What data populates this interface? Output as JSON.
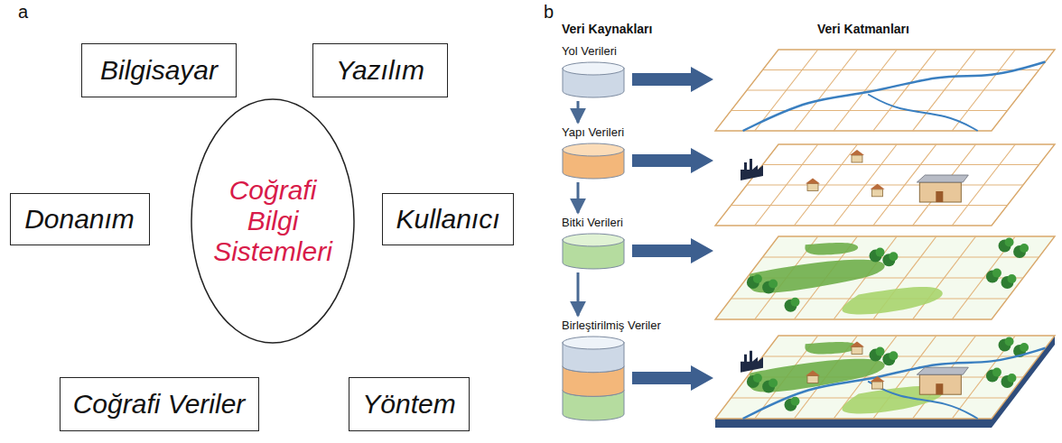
{
  "diagram": {
    "nodes": [
      {
        "text": [
          "Bilgisayar"
        ]
      },
      {
        "text": [
          "Yazılım"
        ]
      },
      {
        "text": [
          "Donanım"
        ]
      },
      {
        "text": [
          "Coğrafi Bilgi Sistemleri"
        ]
      },
      {
        "text": [
          "Kullanıcı"
        ]
      },
      {
        "text": [
          "Coğrafi Veriler"
        ]
      },
      {
        "text": [
          "Yöntem"
        ]
      },
      {
        "text": [
          "Yol Verileri"
        ]
      },
      {
        "text": [
          "Yapı Verileri"
        ]
      },
      {
        "text": [
          "Bitki Verileri"
        ]
      },
      {
        "text": [
          "Birleştirilmiş Veriler"
        ]
      }
    ],
    "edges": [
      {
        "from": 7,
        "to": 8,
        "arrow": "to"
      },
      {
        "from": 8,
        "to": 9,
        "arrow": "to"
      },
      {
        "from": 9,
        "to": 10,
        "arrow": "to"
      }
    ],
    "labels": [
      "a",
      "b",
      "Veri Kaynakları",
      "Veri Katmanları"
    ]
  }
}
